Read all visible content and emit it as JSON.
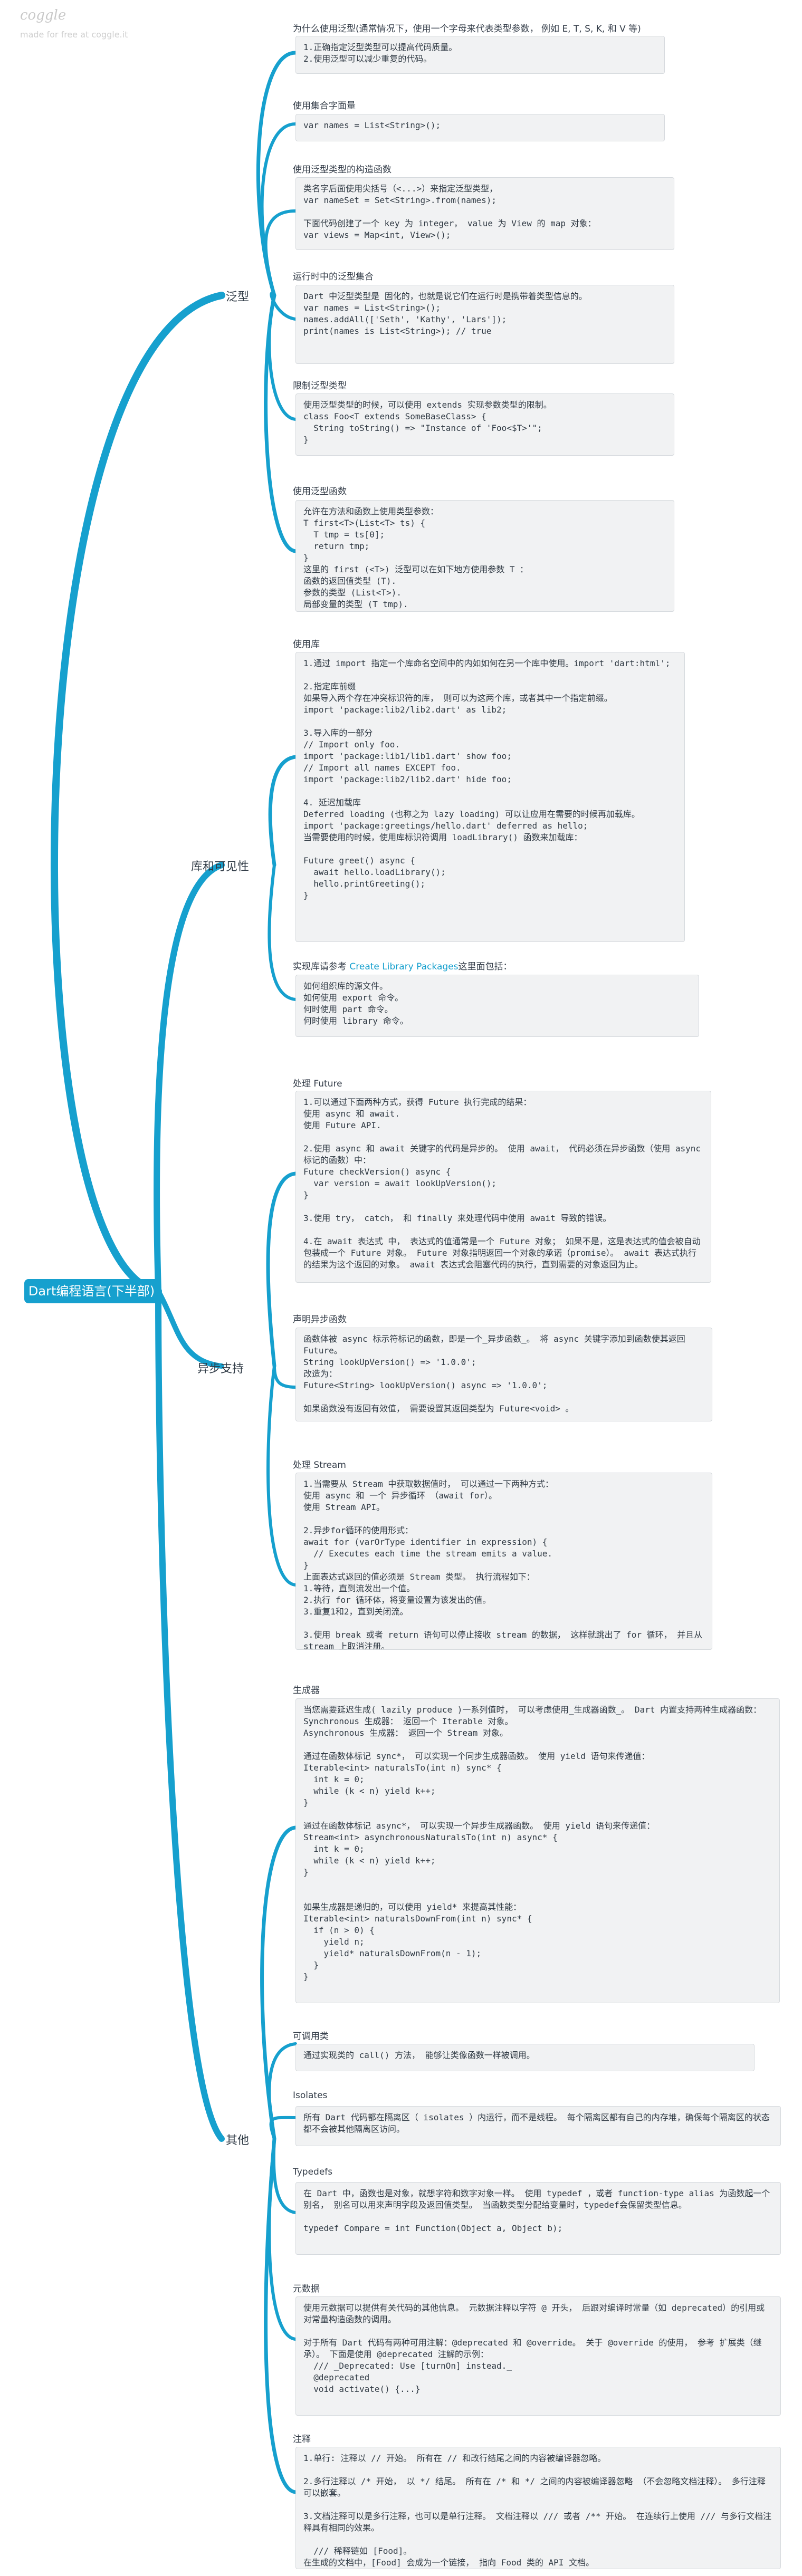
{
  "watermark": {
    "logo": "coggle",
    "tagline": "made for free at coggle.it"
  },
  "root": {
    "label": "Dart编程语言(下半部)"
  },
  "branches": {
    "generics": "泛型",
    "libs": "库和可见性",
    "async": "异步支持",
    "other": "其他"
  },
  "leaves": {
    "g1_title": "为什么使用泛型(通常情况下，使用一个字母来代表类型参数， 例如 E, T, S, K, 和 V 等)",
    "g1_note": "1.正确指定泛型类型可以提高代码质量。\n2.使用泛型可以减少重复的代码。",
    "g2_title": "使用集合字面量",
    "g2_note": "var names = List<String>();",
    "g3_title": "使用泛型类型的构造函数",
    "g3_note": "类名字后面使用尖括号（<...>）来指定泛型类型，\nvar nameSet = Set<String>.from(names);\n\n下面代码创建了一个 key 为 integer， value 为 View 的 map 对象：\nvar views = Map<int, View>();",
    "g4_title": "运行时中的泛型集合",
    "g4_note": "Dart 中泛型类型是 固化的，也就是说它们在运行时是携带着类型信息的。\nvar names = List<String>();\nnames.addAll(['Seth', 'Kathy', 'Lars']);\nprint(names is List<String>); // true",
    "g5_title": "限制泛型类型",
    "g5_note": "使用泛型类型的时候，可以使用 extends 实现参数类型的限制。\nclass Foo<T extends SomeBaseClass> {\n  String toString() => \"Instance of 'Foo<$T>'\";\n}",
    "g6_title": "使用泛型函数",
    "g6_note": "允许在方法和函数上使用类型参数：\nT first<T>(List<T> ts) {\n  T tmp = ts[0];\n  return tmp;\n}\n这里的 first (<T>) 泛型可以在如下地方使用参数 T ：\n函数的返回值类型 (T).\n参数的类型 (List<T>).\n局部变量的类型 (T tmp).",
    "l1_title": "使用库",
    "l1_note": "1.通过 import 指定一个库命名空间中的内如如何在另一个库中使用。import 'dart:html';\n\n2.指定库前缀\n如果导入两个存在冲突标识符的库， 则可以为这两个库，或者其中一个指定前缀。\nimport 'package:lib2/lib2.dart' as lib2;\n\n3.导入库的一部分\n// Import only foo.\nimport 'package:lib1/lib1.dart' show foo;\n// Import all names EXCEPT foo.\nimport 'package:lib2/lib2.dart' hide foo;\n\n4. 延迟加载库\nDeferred loading (也称之为 lazy loading) 可以让应用在需要的时候再加载库。\nimport 'package:greetings/hello.dart' deferred as hello;\n当需要使用的时候，使用库标识符调用 loadLibrary() 函数来加载库：\n\nFuture greet() async {\n  await hello.loadLibrary();\n  hello.printGreeting();\n}",
    "l2_title_pre": "实现库请参考 ",
    "l2_title_link": "Create Library Packages",
    "l2_title_post": "这里面包括：",
    "l2_note": "如何组织库的源文件。\n如何使用 export 命令。\n何时使用 part 命令。\n何时使用 library 命令。",
    "a1_title": "处理 Future",
    "a1_note": "1.可以通过下面两种方式，获得 Future 执行完成的结果：\n使用 async 和 await.\n使用 Future API.\n\n2.使用 async 和 await 关键字的代码是异步的。 使用 await， 代码必须在异步函数（使用 async 标记的函数）中：\nFuture checkVersion() async {\n  var version = await lookUpVersion();\n}\n\n3.使用 try， catch， 和 finally 来处理代码中使用 await 导致的错误。\n\n4.在 await 表达式 中， 表达式的值通常是一个 Future 对象； 如果不是，这是表达式的值会被自动包装成一个 Future 对象。 Future 对象指明返回一个对象的承诺（promise）。 await 表达式执行的结果为这个返回的对象。 await 表达式会阻塞代码的执行，直到需要的对象返回为止。",
    "a2_title": "声明异步函数",
    "a2_note": "函数体被 async 标示符标记的函数，即是一个_异步函数_。 将 async 关键字添加到函数使其返回Future。\nString lookUpVersion() => '1.0.0';\n改造为：\nFuture<String> lookUpVersion() async => '1.0.0';\n\n如果函数没有返回有效值， 需要设置其返回类型为 Future<void> 。",
    "a3_title": "处理 Stream",
    "a3_note": "1.当需要从 Stream 中获取数据值时， 可以通过一下两种方式：\n使用 async 和 一个 异步循环 （await for）。\n使用 Stream API。\n\n2.异步for循环的使用形式：\nawait for (varOrType identifier in expression) {\n  // Executes each time the stream emits a value.\n}\n上面表达式返回的值必须是 Stream 类型。 执行流程如下：\n1.等待，直到流发出一个值。\n2.执行 for 循环体，将变量设置为该发出的值。\n3.重复1和2，直到关闭流。\n\n3.使用 break 或者 return 语句可以停止接收 stream 的数据， 这样就跳出了 for 循环， 并且从 stream 上取消注册。",
    "o1_title": "生成器",
    "o1_note": "当您需要延迟生成( lazily produce )一系列值时， 可以考虑使用_生成器函数_。 Dart 内置支持两种生成器函数：\nSynchronous 生成器： 返回一个 Iterable 对象。\nAsynchronous 生成器： 返回一个 Stream 对象。\n\n通过在函数体标记 sync*， 可以实现一个同步生成器函数。 使用 yield 语句来传递值：\nIterable<int> naturalsTo(int n) sync* {\n  int k = 0;\n  while (k < n) yield k++;\n}\n\n通过在函数体标记 async*， 可以实现一个异步生成器函数。 使用 yield 语句来传递值：\nStream<int> asynchronousNaturalsTo(int n) async* {\n  int k = 0;\n  while (k < n) yield k++;\n}\n\n\n如果生成器是递归的，可以使用 yield* 来提高其性能：\nIterable<int> naturalsDownFrom(int n) sync* {\n  if (n > 0) {\n    yield n;\n    yield* naturalsDownFrom(n - 1);\n  }\n}",
    "o2_title": "可调用类",
    "o2_note": "通过实现类的 call() 方法， 能够让类像函数一样被调用。",
    "o3_title": "Isolates",
    "o3_note": "所有 Dart 代码都在隔离区（ isolates ）内运行，而不是线程。 每个隔离区都有自己的内存堆，确保每个隔离区的状态都不会被其他隔离区访问。",
    "o4_title": "Typedefs",
    "o4_note": "在 Dart 中，函数也是对象，就想字符和数字对象一样。 使用 typedef ，或者 function-type alias 为函数起一个别名， 别名可以用来声明字段及返回值类型。 当函数类型分配给变量时，typedef会保留类型信息。\n\ntypedef Compare = int Function(Object a, Object b);",
    "o5_title": "元数据",
    "o5_note": "使用元数据可以提供有关代码的其他信息。 元数据注释以字符 @ 开头， 后跟对编译时常量（如 deprecated）的引用或对常量构造函数的调用。\n\n对于所有 Dart 代码有两种可用注解：@deprecated 和 @override。 关于 @override 的使用， 参考 扩展类（继承）。 下面是使用 @deprecated 注解的示例：\n  /// _Deprecated: Use [turnOn] instead._\n  @deprecated\n  void activate() {...}",
    "o6_title": "注释",
    "o6_note": "1.单行: 注释以 // 开始。 所有在 // 和改行结尾之间的内容被编译器忽略。\n\n2.多行注释以 /* 开始， 以 */ 结尾。 所有在 /* 和 */ 之间的内容被编译器忽略 （不会忽略文档注释）。 多行注释可以嵌套。\n\n3.文档注释可以是多行注释，也可以是单行注释。 文档注释以 /// 或者 /** 开始。 在连续行上使用 /// 与多行文档注释具有相同的效果。\n\n  /// 稀释链如 [Food]。\n在生成的文档中，[Food] 会成为一个链接， 指向 Food 类的 API 文档。"
  }
}
